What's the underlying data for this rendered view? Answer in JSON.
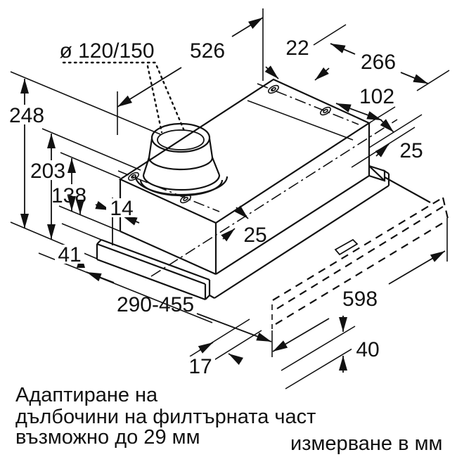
{
  "drawing": {
    "type": "technical-dimension-diagram",
    "subject": "telescopic-hood-filter-unit",
    "units_note_color": "#111111",
    "line_color": "#111111",
    "background": "#ffffff",
    "labels": {
      "duct_diameter": "ø 120/150",
      "body_width": "526",
      "back_hole_offset": "22",
      "body_depth": "266",
      "side_hole_offset": "102",
      "total_height": "248",
      "right_edge_gap": "25",
      "height_to_collar": "203",
      "body_height": "138",
      "left_gap": "14",
      "front_edge_gap": "25",
      "visor_height": "41",
      "depth_range": "290-455",
      "pullout_width": "598",
      "pullout_strip_height": "40",
      "strip_gap": "17"
    },
    "notes": {
      "line1": "Адаптиране на",
      "line2": "дълбочини на филтърната част",
      "line3": "възможно до 29 мм",
      "units": "измерване в мм"
    }
  }
}
